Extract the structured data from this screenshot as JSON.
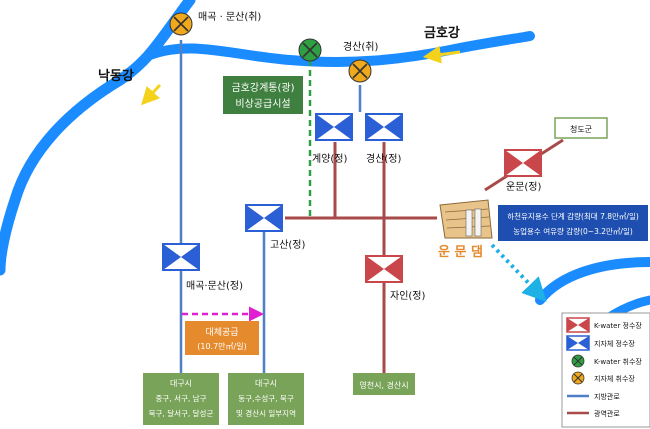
{
  "rivers": {
    "nakdong": "낙동강",
    "geumho": "금호강"
  },
  "intakes": {
    "maegok": "매곡 · 문산(취)",
    "gyeongsan": "경산(취)"
  },
  "emergency_facility": {
    "line1": "금호강계통(광)",
    "line2": "비상공급시설"
  },
  "plants": {
    "gyeyang": "계양(정)",
    "gyeongsan": "경산(정)",
    "gosan": "고산(정)",
    "maegok_munsan": "매곡·문산(정)",
    "jain": "자인(정)",
    "unmun_plant": "운문(정)"
  },
  "dam": {
    "name": "운 문 댐",
    "note_line1": "하천유지용수 단계 감량(최대 7.8만㎥/일)",
    "note_line2": "농업용수 여유량 감량(0~3.2만㎥/일)"
  },
  "cheongdo": "청도군",
  "substitute_supply": {
    "line1": "대체공급",
    "line2": "(10.7만㎥/일)"
  },
  "regions": {
    "left": {
      "line1": "대구시",
      "line2": "중구, 서구, 남구",
      "line3": "북구, 달서구, 달성군"
    },
    "mid": {
      "line1": "대구시",
      "line2": "동구,수성구, 북구",
      "line3": "및 경산시 일부지역"
    },
    "right": {
      "line1": "영천시, 경산시"
    }
  },
  "legend": [
    {
      "label": "K-water 정수장",
      "symbol": "kwater-plant"
    },
    {
      "label": "지자체 정수장",
      "symbol": "local-plant"
    },
    {
      "label": "K-water 취수장",
      "symbol": "kwater-intake"
    },
    {
      "label": "지자체 취수장",
      "symbol": "local-intake"
    },
    {
      "label": "지방관로",
      "symbol": "local-pipe"
    },
    {
      "label": "광역관로",
      "symbol": "wide-pipe"
    }
  ],
  "colors": {
    "river": "#1a8cff",
    "local_pipe": "#4f7fc4",
    "wide_pipe": "#a84a4a",
    "kwater_plant": "#c9474a",
    "local_plant": "#2b5fd6",
    "kwater_intake": "#2ea043",
    "local_intake": "#f0a81c",
    "emergency_green": "#3f7f3f",
    "substitute_orange": "#e68a2e",
    "region_green": "#7aa35a",
    "dam_note_blue": "#1e4fb0",
    "magenta_arrow": "#e01fd0"
  }
}
